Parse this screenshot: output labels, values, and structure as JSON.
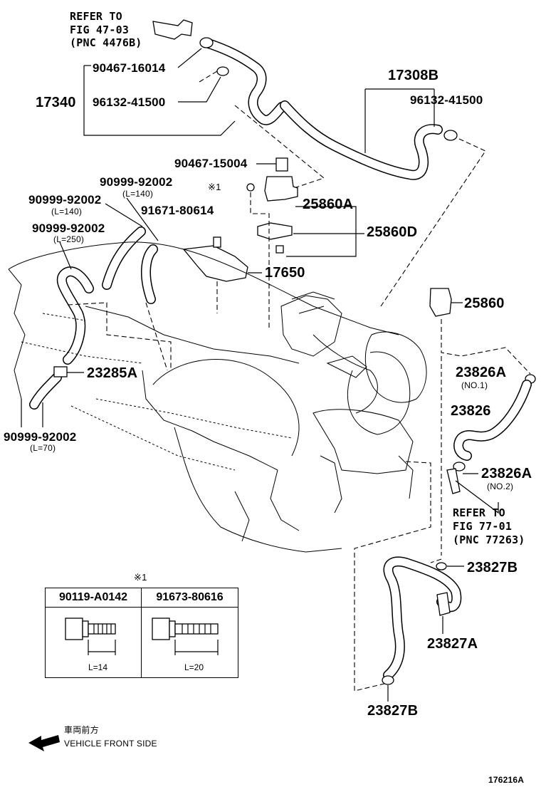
{
  "labels": {
    "refer_top_1": "REFER TO",
    "refer_top_2": "FIG 47-03",
    "refer_top_3": "(PNC 4476B)",
    "p90467_16014": "90467-16014",
    "p17340": "17340",
    "p96132_41500_left": "96132-41500",
    "p17308B": "17308B",
    "p96132_41500_right": "96132-41500",
    "p90467_15004": "90467-15004",
    "mark1": "※1",
    "p25860A": "25860A",
    "p90999_92002_a": "90999-92002",
    "p90999_92002_a_len": "(L=140)",
    "p90999_92002_b": "90999-92002",
    "p90999_92002_b_len": "(L=140)",
    "p91671_80614": "91671-80614",
    "p90999_92002_c": "90999-92002",
    "p90999_92002_c_len": "(L=250)",
    "p25860D": "25860D",
    "p17650": "17650",
    "p25860": "25860",
    "p23285A": "23285A",
    "p23826A_no1": "23826A",
    "p23826A_no1_sub": "(NO.1)",
    "p23826": "23826",
    "p90999_92002_d": "90999-92002",
    "p90999_92002_d_len": "(L=70)",
    "p23826A_no2": "23826A",
    "p23826A_no2_sub": "(NO.2)",
    "refer_right_1": "REFER TO",
    "refer_right_2": "FIG 77-01",
    "refer_right_3": "(PNC 77263)",
    "p23827B_top": "23827B",
    "p23827A": "23827A",
    "p23827B_bottom": "23827B",
    "mark1_table": "※1"
  },
  "table": {
    "col1_part": "90119-A0142",
    "col1_len": "L=14",
    "col2_part": "91673-80616",
    "col2_len": "L=20"
  },
  "front": {
    "jp": "車両前方",
    "en": "VEHICLE FRONT SIDE",
    "arrow_icon": "arrow-left-icon"
  },
  "figure_number": "176216A"
}
